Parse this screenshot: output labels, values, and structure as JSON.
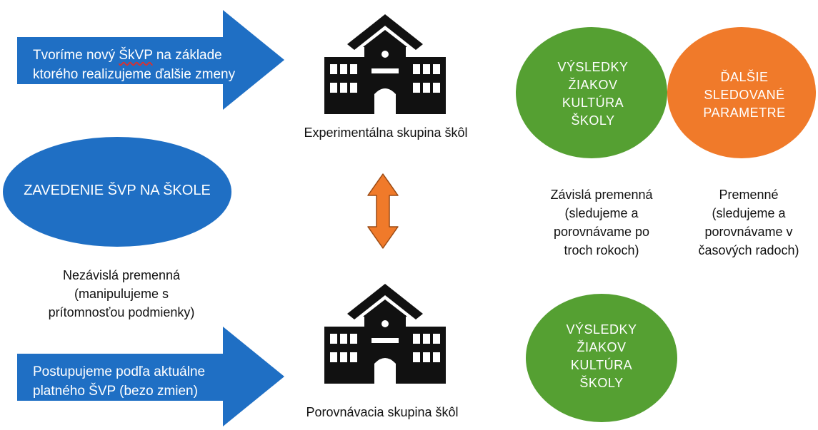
{
  "arrows": {
    "top": {
      "line1_pre": "Tvoríme nový ",
      "line1_mark": "ŠkVP",
      "line1_post": " na základe",
      "line2": "ktorého realizujeme ďalšie zmeny"
    },
    "bottom": {
      "line1": "Postupujeme podľa aktuálne",
      "line2": "platného ŠVP (bezo zmien)"
    }
  },
  "independent": {
    "ellipse_label": "ZAVEDENIE ŠVP NA ŠKOLE",
    "caption_lines": [
      "Nezávislá premenná",
      "(manipulujeme s",
      "prítomnosťou podmienky)"
    ]
  },
  "schools": {
    "experimental_label": "Experimentálna skupina škôl",
    "comparison_label": "Porovnávacia skupina škôl"
  },
  "circles": {
    "green_top_lines": [
      "VÝSLEDKY",
      "ŽIAKOV",
      "KULTÚRA",
      "ŠKOLY"
    ],
    "orange_lines": [
      "ĎALŠIE",
      "SLEDOVANÉ",
      "PARAMETRE"
    ],
    "green_bottom_lines": [
      "VÝSLEDKY",
      "ŽIAKOV",
      "KULTÚRA",
      "ŠKOLY"
    ]
  },
  "dependent": {
    "lines": [
      "Závislá premenná",
      "(sledujeme a",
      "porovnávame po",
      "troch rokoch)"
    ]
  },
  "other_variables": {
    "lines": [
      "Premenné",
      "(sledujeme a",
      "porovnávame v",
      "časových radoch)"
    ]
  },
  "colors": {
    "blue": "#1f6fc4",
    "green": "#55a032",
    "orange": "#f07a2a",
    "building": "#111111"
  }
}
